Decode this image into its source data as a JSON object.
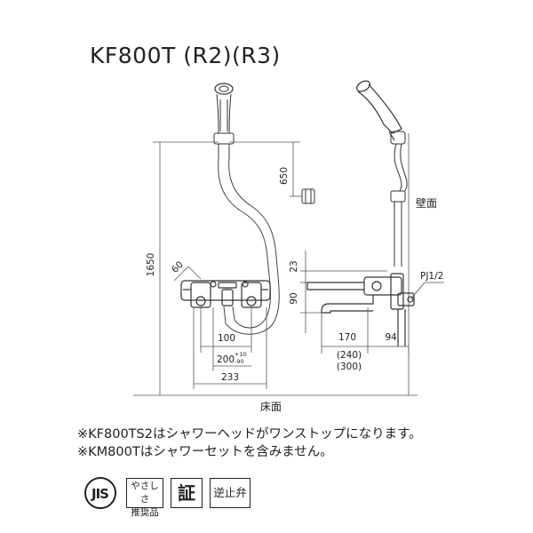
{
  "title": "KF800T (R2)(R3)",
  "dimensions": {
    "d650": "650",
    "d1650": "1650",
    "d60": "60",
    "d100": "100",
    "d200": "200",
    "d200_tol_plus": "+10",
    "d200_tol_minus": "-90",
    "d233": "233",
    "d23": "23",
    "d90": "90",
    "d170": "170",
    "d94": "94",
    "d240": "(240)",
    "d300": "(300)"
  },
  "labels": {
    "wall": "壁面",
    "floor": "床面",
    "pipe_thread": "PJ1/2"
  },
  "notes": [
    "※KF800TS2はシャワーヘッドがワンストップになります。",
    "※KM800Tはシャワーセットを含みません。"
  ],
  "certification_marks": {
    "jis": "JIS",
    "yasashisa_line1": "やさしさ",
    "yasashisa_line2": "推奨品",
    "sho": "証",
    "gyakushi": "逆止弁"
  }
}
